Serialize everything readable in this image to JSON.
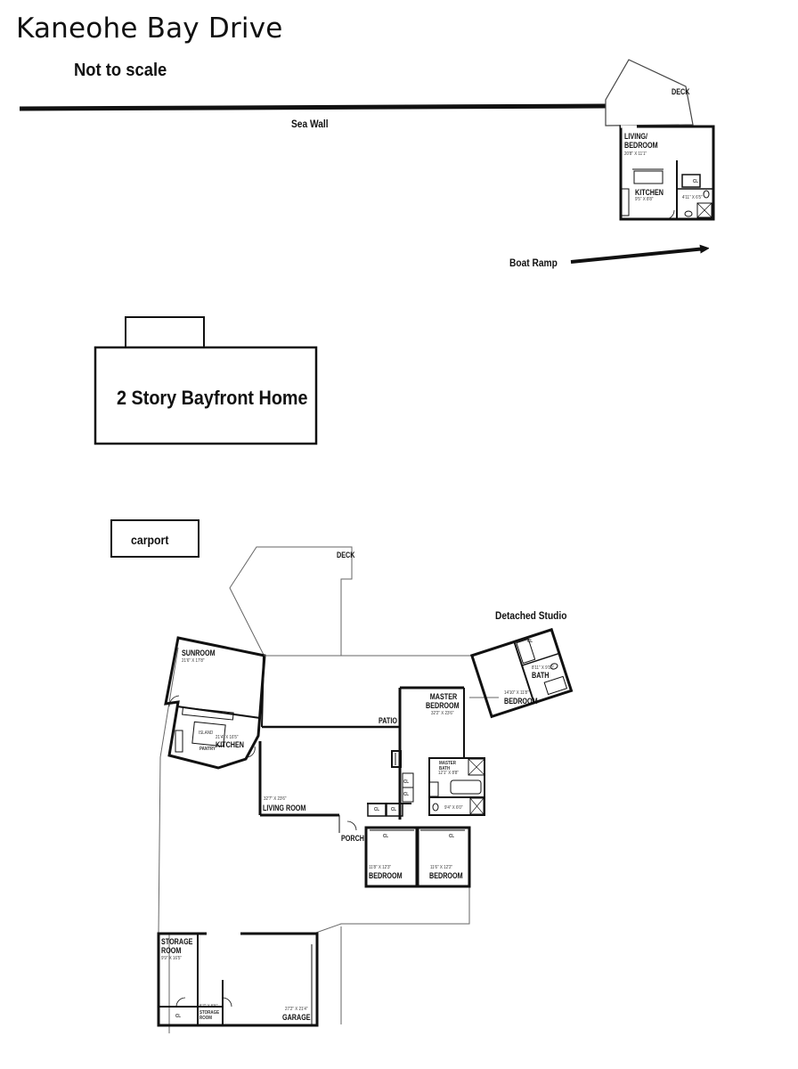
{
  "title": "Kaneohe Bay Drive",
  "scale_note": "Not to scale",
  "labels": {
    "sea_wall": "Sea Wall",
    "boat_ramp": "Boat Ramp",
    "home": "2 Story Bayfront Home",
    "carport": "carport",
    "detached_studio": "Detached Studio",
    "deck_top": "DECK",
    "deck_main": "DECK",
    "patio": "PATIO",
    "porch": "PORCH"
  },
  "top_unit": {
    "living_bedroom": "LIVING/ BEDROOM",
    "living_bedroom_dim": "20'8\" X 11'1\"",
    "kitchen": "KITCHEN",
    "kitchen_dim": "9'5\" X 8'8\"",
    "cl": "CL",
    "bath_dim": "4'11\" X 6'5\""
  },
  "main_house": {
    "sunroom": "SUNROOM",
    "sunroom_dim": "21'6\" X 17'8\"",
    "kitchen": "KITCHEN",
    "kitchen_dim": "21'4\" X 16'5\"",
    "pantry": "PANTRY",
    "island": "ISLAND",
    "living_room": "LIVING ROOM",
    "living_room_dim": "32'7\" X 23'6\"",
    "master_bedroom": "MASTER BEDROOM",
    "master_bedroom_dim": "32'2\" X 23'6\"",
    "master_bath": "MASTER BATH",
    "master_bath_dim": "12'1\" X 8'8\"",
    "hall_bath_dim": "9'4\" X 6'0\"",
    "bedroom_1": "BEDROOM",
    "bedroom_1_dim": "11'8\" X 12'3\"",
    "bedroom_2": "BEDROOM",
    "bedroom_2_dim": "11'6\" X 12'2\"",
    "cl": "CL"
  },
  "studio": {
    "bedroom": "BEDROOM",
    "bedroom_dim": "14'10\" X 11'8\"",
    "bath": "BATH",
    "bath_dim": "8'11\" X 9'10\"",
    "cl": "CL"
  },
  "garage_block": {
    "storage_room_1": "STORAGE ROOM",
    "storage_room_1_dim": "9'9\" X 16'5\"",
    "storage_room_2": "STORAGE ROOM",
    "storage_room_2_dim": "5'7\" X 5'5\"",
    "cl": "CL",
    "garage": "GARAGE",
    "garage_dim": "27'2\" X 21'4\""
  },
  "colors": {
    "ink": "#111111",
    "thin": "#555555"
  }
}
